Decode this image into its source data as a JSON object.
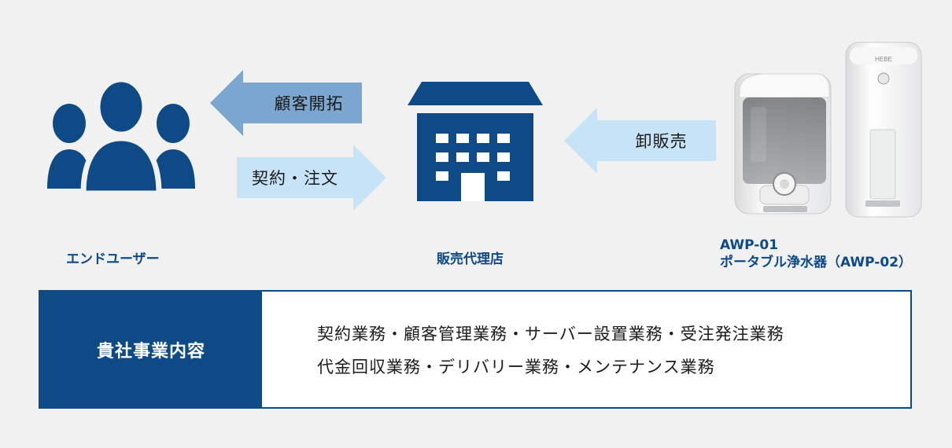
{
  "arrows": {
    "customer_development": "顧客開拓",
    "contract_order": "契約・注文",
    "wholesale": "卸販売"
  },
  "nodes": {
    "end_user": "エンドユーザー",
    "dealer": "販売代理店",
    "product_line1": "AWP-01",
    "product_line2": "ポータブル浄水器（AWP-02）"
  },
  "duties": {
    "title": "貴社事業内容",
    "line1": "契約業務・顧客管理業務・サーバー設置業務・受注発注業務",
    "line2": "代金回収業務・デリバリー業務・メンテナンス業務"
  },
  "product_brand_text": "HEBE",
  "colors": {
    "navy": "#0d4a86",
    "arrow_dark": "#7ba6cf",
    "arrow_light": "#c7e3f8",
    "label_blue": "#0e4a8a",
    "background": "#f1f1f1"
  }
}
